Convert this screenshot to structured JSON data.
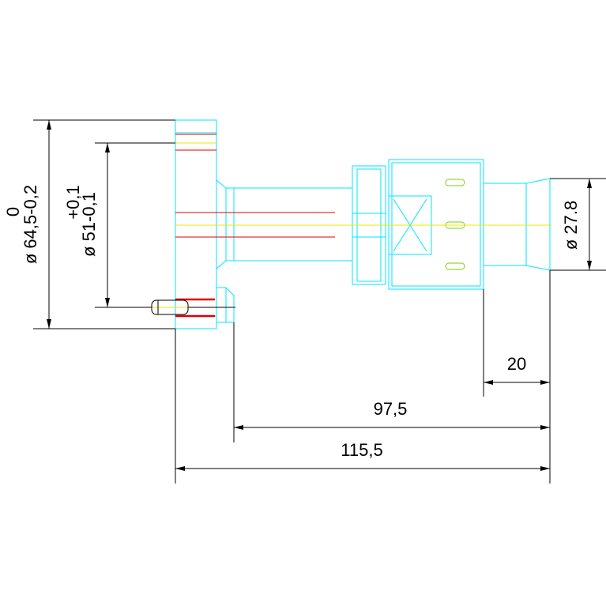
{
  "dimensions": {
    "d_outer_tol_upper": "0",
    "d_outer_value": "ø 64,5-0,2",
    "d_bolt_tol_upper": "+0,1",
    "d_bolt_value": "ø 51-0,1",
    "d_end_value": "ø 27.8",
    "len_20": "20",
    "len_97_5": "97,5",
    "len_115_5": "115,5"
  },
  "colors": {
    "outline": "#00e5ff",
    "hidden_lines": "#e00000",
    "centerline": "#e8e800",
    "dimension": "#000000",
    "vent_slots": "#7bd000"
  }
}
